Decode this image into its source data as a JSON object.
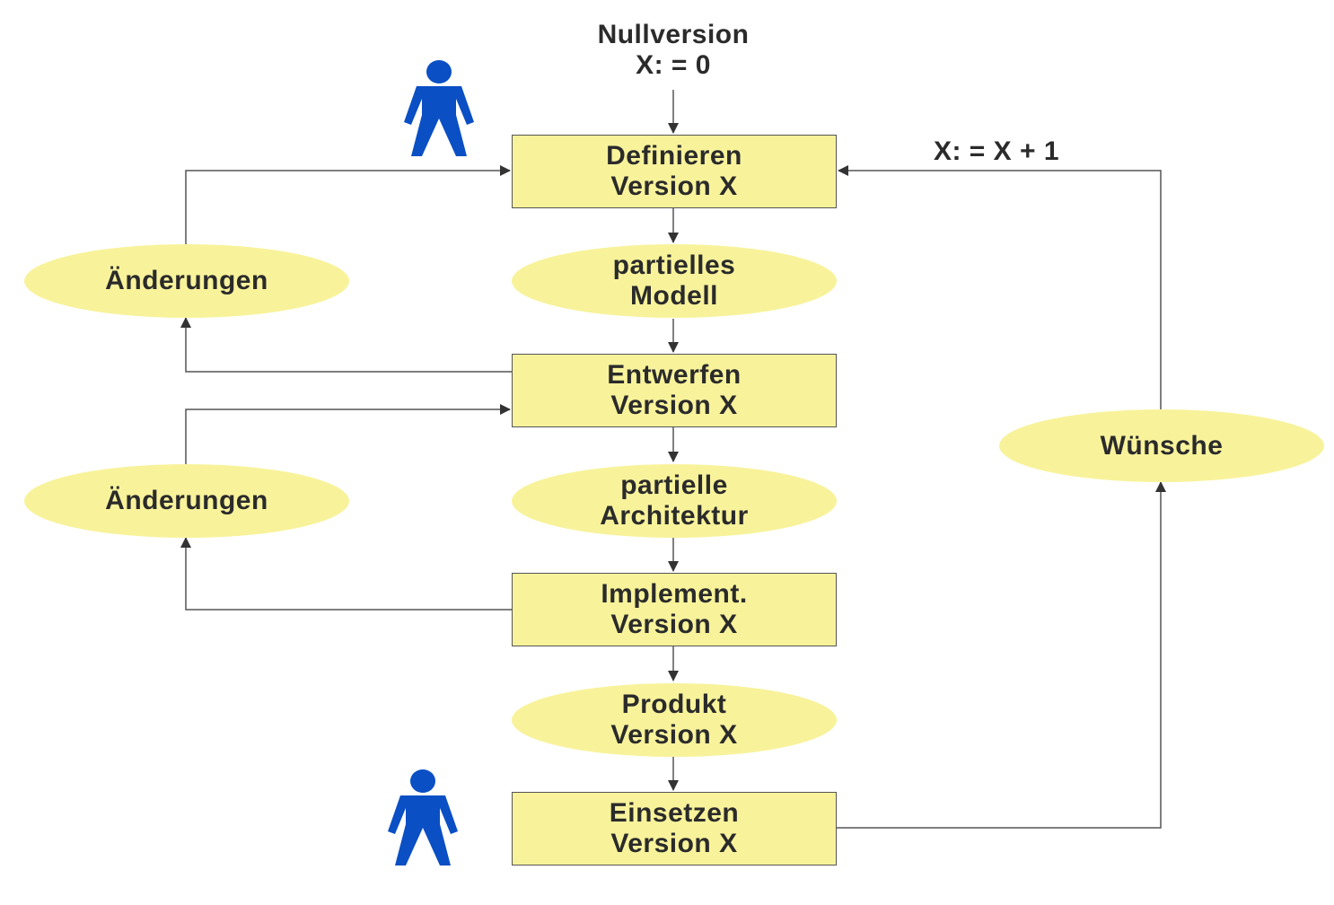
{
  "start": {
    "line1": "Nullversion",
    "line2": "X: = 0"
  },
  "increment_label": "X: = X + 1",
  "nodes": {
    "define": {
      "line1": "Definieren",
      "line2": "Version X"
    },
    "model": {
      "line1": "partielles",
      "line2": "Modell"
    },
    "design": {
      "line1": "Entwerfen",
      "line2": "Version X"
    },
    "arch": {
      "line1": "partielle",
      "line2": "Architektur"
    },
    "implement": {
      "line1": "Implement.",
      "line2": "Version X"
    },
    "product": {
      "line1": "Produkt",
      "line2": "Version X"
    },
    "deploy": {
      "line1": "Einsetzen",
      "line2": "Version X"
    },
    "changes_top": {
      "line1": "Änderungen"
    },
    "changes_bot": {
      "line1": "Änderungen"
    },
    "wishes": {
      "line1": "Wünsche"
    }
  },
  "colors": {
    "box_fill": "#f8f39b",
    "person": "#0a4fc4",
    "line": "#555555",
    "text": "#2b2b2b"
  },
  "icons": [
    "person-icon-top",
    "person-icon-bottom"
  ]
}
